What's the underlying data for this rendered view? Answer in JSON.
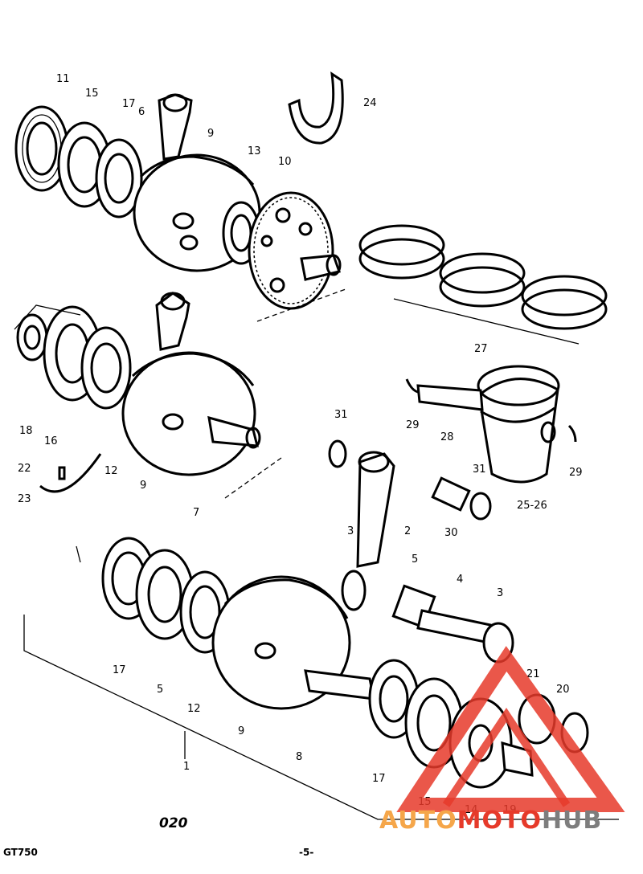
{
  "diagram": {
    "group_code": "020",
    "model": "GT750",
    "page": "-5-",
    "part_numbers": [
      "11",
      "15",
      "17",
      "6",
      "9",
      "13",
      "10",
      "24",
      "27",
      "18",
      "16",
      "12",
      "22",
      "23",
      "9",
      "7",
      "31",
      "29",
      "28",
      "29",
      "25-26",
      "31",
      "30",
      "2",
      "3",
      "5",
      "4",
      "3",
      "21",
      "20",
      "17",
      "5",
      "12",
      "9",
      "8",
      "17",
      "15",
      "14",
      "19",
      "1"
    ]
  },
  "watermark": {
    "part1": "AUTO",
    "part2": "MOTO",
    "part3": "HUB",
    "colors": {
      "red": "#e63a2a",
      "orange": "#f5a64a",
      "gray": "#7d7d7d"
    }
  }
}
